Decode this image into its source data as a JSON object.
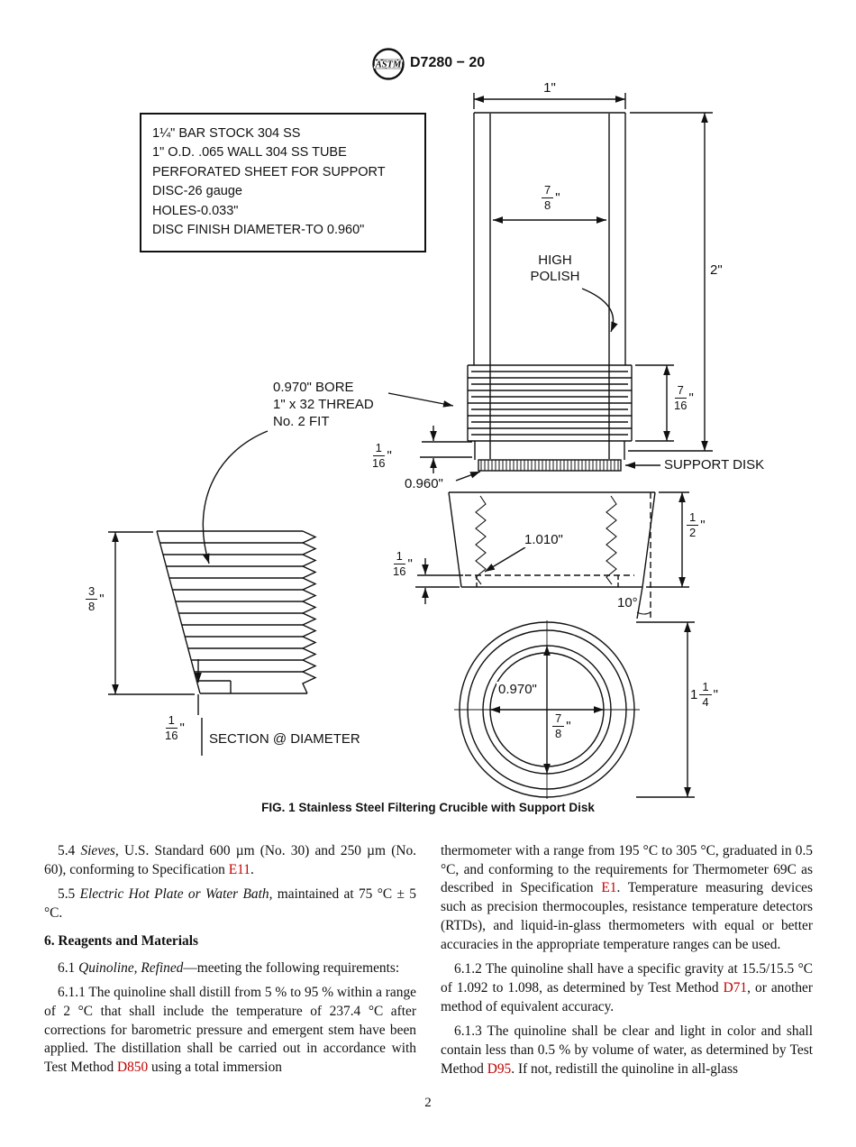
{
  "header": {
    "logo_text": "ASTM",
    "doc_code": "D7280 − 20"
  },
  "figure": {
    "note_lines": [
      "1¼\" BAR STOCK 304 SS",
      "1\" O.D. .065 WALL 304 SS TUBE",
      "PERFORATED SHEET FOR SUPPORT",
      "DISC-26 gauge",
      "HOLES-0.033\"",
      "DISC FINISH DIAMETER-TO 0.960\""
    ],
    "labels": {
      "dim_top_od": "1\"",
      "high_polish_1": "HIGH",
      "high_polish_2": "POLISH",
      "dim_height": "2\"",
      "support_disk": "SUPPORT DISK",
      "dim_disk_od": "0.960\"",
      "callout_line1": "0.970\" BORE",
      "callout_line2": "1\" x 32 THREAD",
      "callout_line3": "No. 2 FIT",
      "section_label": "SECTION @ DIAMETER",
      "dim_recess": "1.010\"",
      "angle": "10°",
      "dim_bore_bottom": "0.970\""
    },
    "fractions": {
      "bore_78": {
        "num": "7",
        "den": "8",
        "unit": "\""
      },
      "thread_716": {
        "num": "7",
        "den": "16",
        "unit": "\""
      },
      "neck_116": {
        "num": "1",
        "den": "16",
        "unit": "\""
      },
      "plug_38": {
        "num": "3",
        "den": "8",
        "unit": "\""
      },
      "plug_116": {
        "num": "1",
        "den": "16",
        "unit": "\""
      },
      "disk_12": {
        "num": "1",
        "den": "2",
        "unit": "\""
      },
      "disk_116": {
        "num": "1",
        "den": "16",
        "unit": "\""
      },
      "circle_78": {
        "num": "7",
        "den": "8",
        "unit": "\""
      },
      "circle_114": {
        "whole": "1",
        "num": "1",
        "den": "4",
        "unit": "\""
      }
    },
    "caption": "FIG. 1 Stainless Steel Filtering Crucible with Support Disk"
  },
  "body": {
    "left": [
      {
        "type": "p",
        "indent": true,
        "segments": [
          {
            "t": "5.4 "
          },
          {
            "t": "Sieves,",
            "s": "i"
          },
          {
            "t": " U.S. Standard 600 µm (No. 30) and 250 µm (No. 60), conforming to Specification "
          },
          {
            "t": "E11",
            "s": "link"
          },
          {
            "t": "."
          }
        ]
      },
      {
        "type": "p",
        "indent": true,
        "segments": [
          {
            "t": "5.5 "
          },
          {
            "t": "Electric Hot Plate or Water Bath,",
            "s": "i"
          },
          {
            "t": " maintained at 75 °C ± 5 °C."
          }
        ]
      },
      {
        "type": "h",
        "segments": [
          {
            "t": "6. Reagents and Materials",
            "s": "b"
          }
        ]
      },
      {
        "type": "p",
        "indent": true,
        "segments": [
          {
            "t": "6.1 "
          },
          {
            "t": "Quinoline, Refined",
            "s": "i"
          },
          {
            "t": "—meeting the following requirements:"
          }
        ]
      },
      {
        "type": "p",
        "indent": true,
        "segments": [
          {
            "t": "6.1.1 The quinoline shall distill from 5 % to 95 % within a range of 2 °C that shall include the temperature of 237.4 °C after corrections for barometric pressure and emergent stem have been applied. The distillation shall be carried out in accordance with Test Method "
          },
          {
            "t": "D850",
            "s": "link"
          },
          {
            "t": " using a total immersion"
          }
        ]
      }
    ],
    "right": [
      {
        "type": "p",
        "indent": false,
        "segments": [
          {
            "t": "thermometer with a range from 195 °C to 305 °C, graduated in 0.5 °C, and conforming to the requirements for Thermometer 69C as described in Specification "
          },
          {
            "t": "E1",
            "s": "link"
          },
          {
            "t": ". Temperature measuring devices such as precision thermocouples, resistance temperature detectors (RTDs), and liquid-in-glass thermometers with equal or better accuracies in the appropriate temperature ranges can be used."
          }
        ]
      },
      {
        "type": "p",
        "indent": true,
        "segments": [
          {
            "t": "6.1.2 The quinoline shall have a specific gravity at 15.5/15.5 °C of 1.092 to 1.098, as determined by Test Method "
          },
          {
            "t": "D71",
            "s": "link"
          },
          {
            "t": ", or another method of equivalent accuracy."
          }
        ]
      },
      {
        "type": "p",
        "indent": true,
        "segments": [
          {
            "t": "6.1.3 The quinoline shall be clear and light in color and shall contain less than 0.5 % by volume of water, as determined by Test Method "
          },
          {
            "t": "D95",
            "s": "link"
          },
          {
            "t": ". If not, redistill the quinoline in all-glass"
          }
        ]
      }
    ]
  },
  "footer": {
    "page_number": "2"
  },
  "colors": {
    "link": "#c30000",
    "ink": "#111111"
  }
}
